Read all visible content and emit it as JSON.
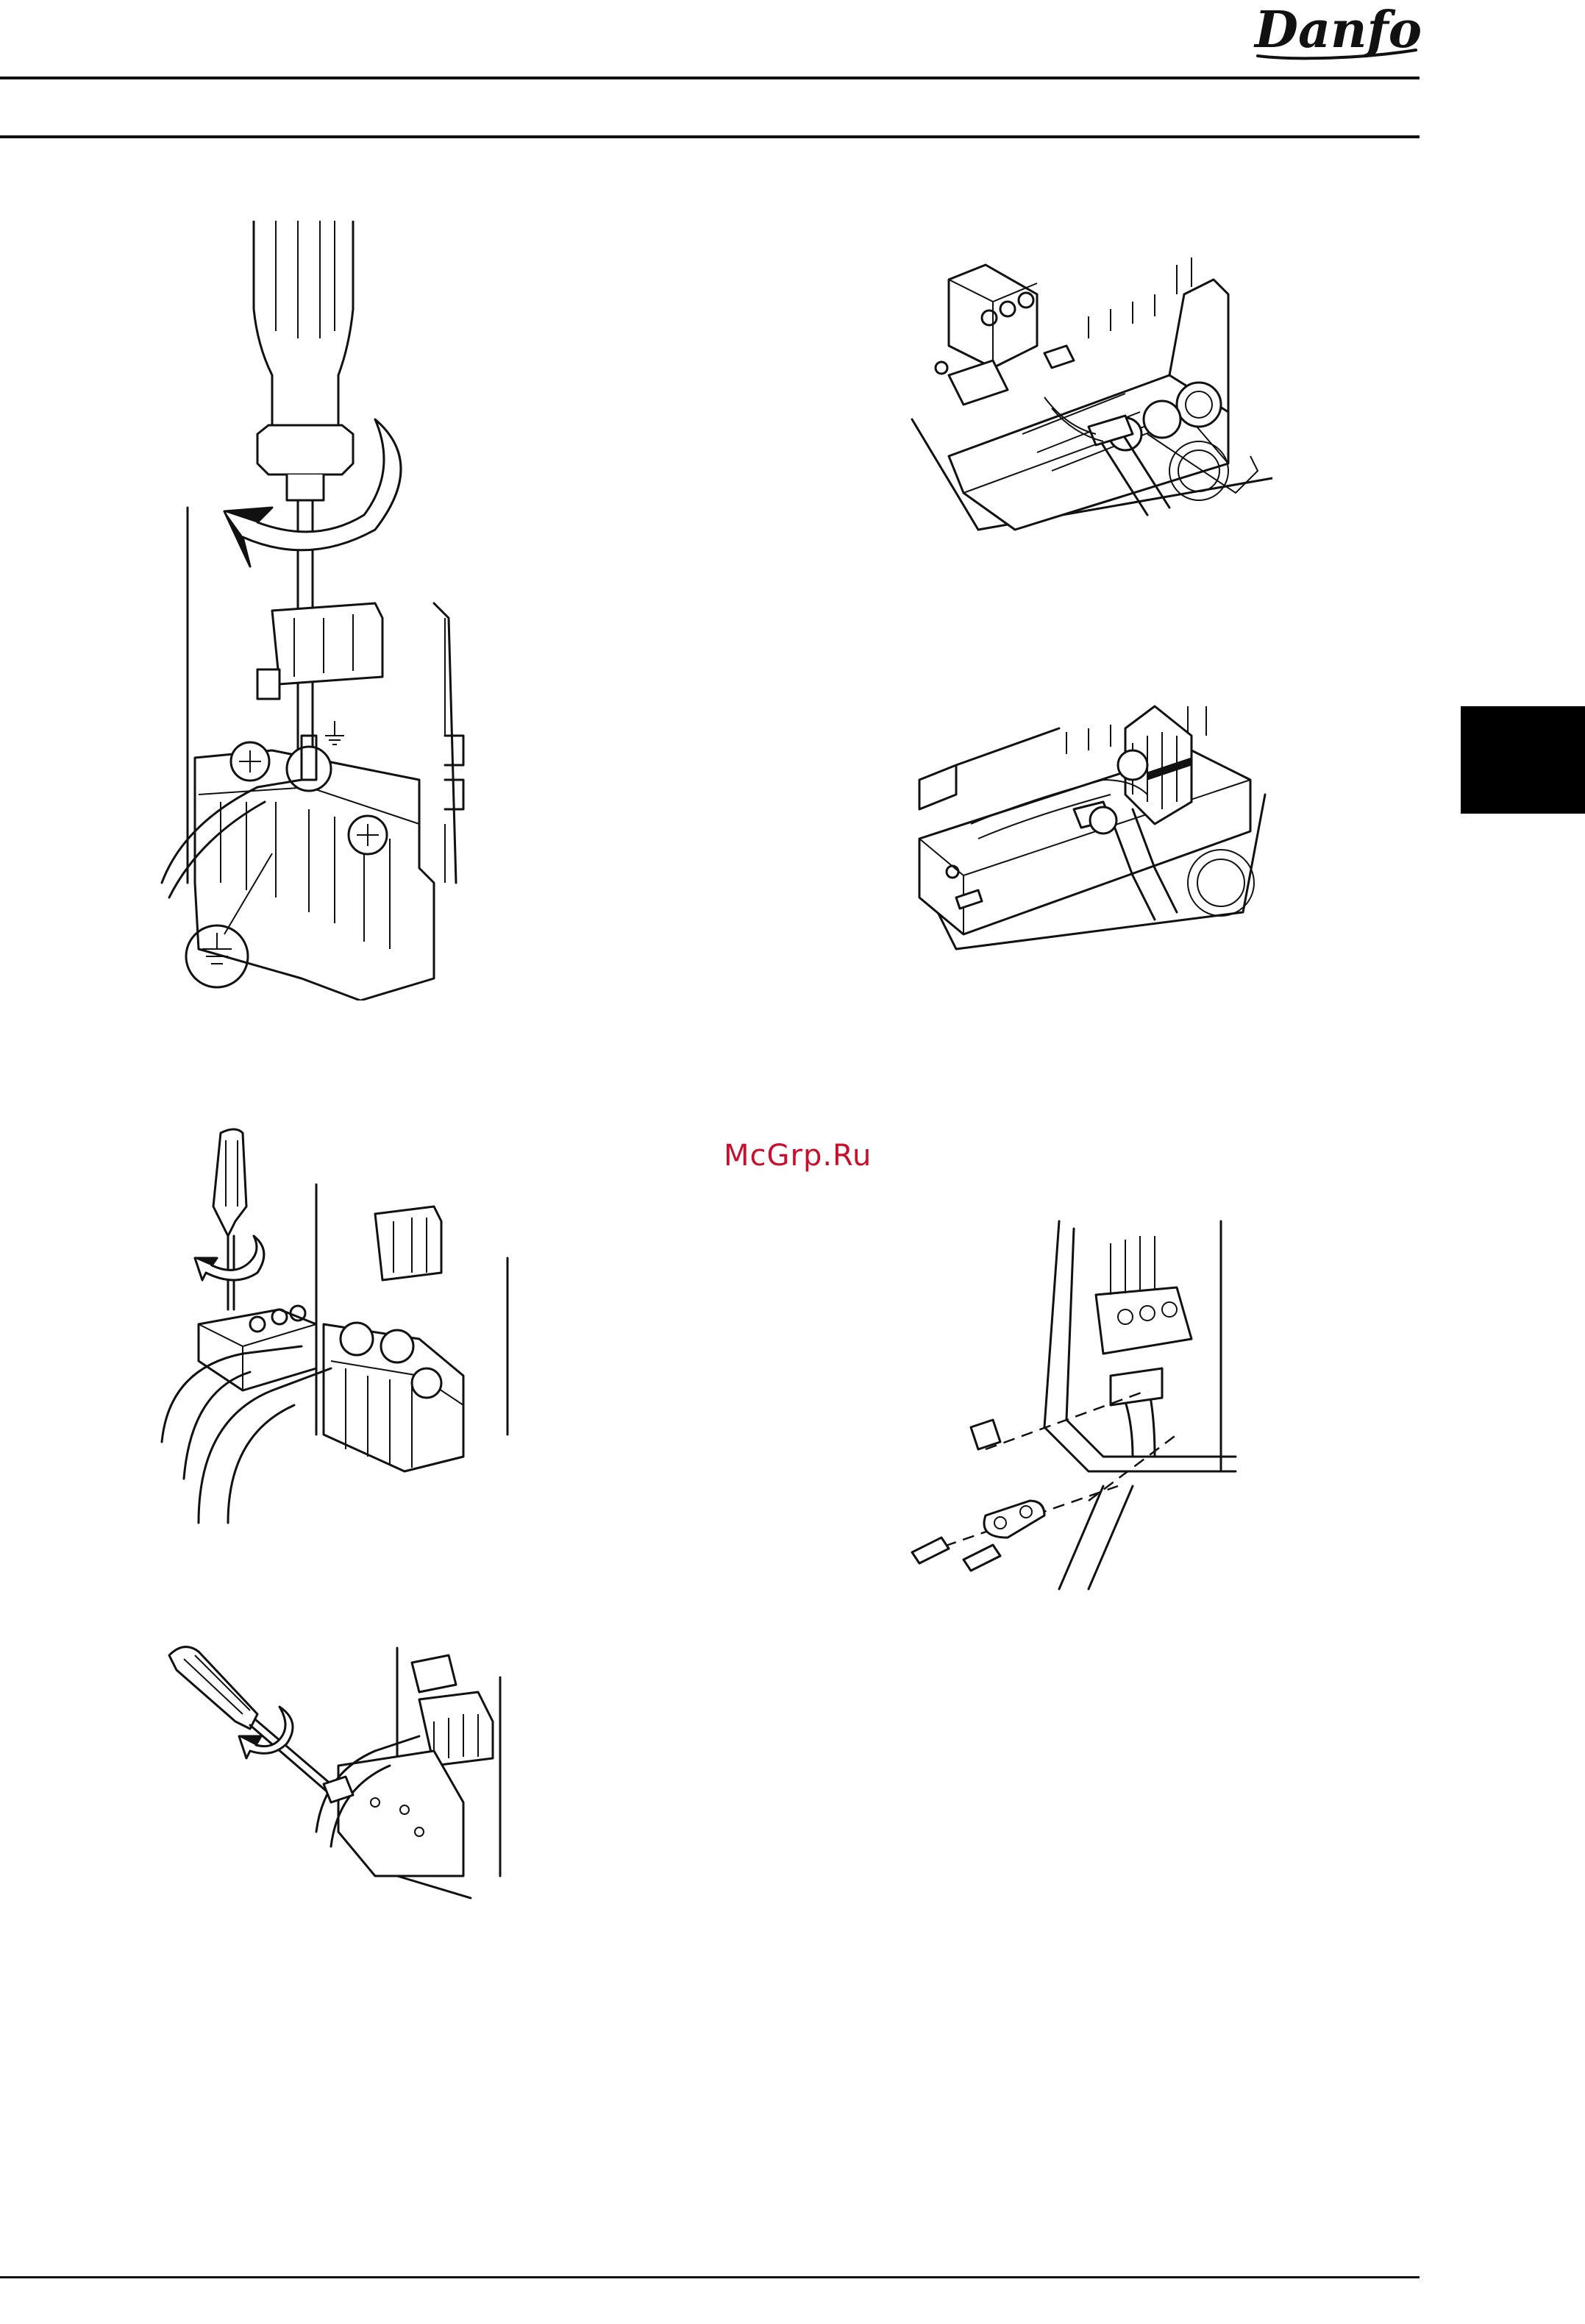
{
  "header": {
    "brand": "Danfoss"
  },
  "watermark": "McGrp.Ru",
  "figures": [
    {
      "name": "fig-earth-screw-large",
      "icon": "screwdriver-earth-terminal-icon"
    },
    {
      "name": "fig-terminal-block-top",
      "icon": "terminal-block-iso-icon"
    },
    {
      "name": "fig-terminal-block-mid",
      "icon": "terminal-block-iso-icon"
    },
    {
      "name": "fig-plug-screw",
      "icon": "screwdriver-plug-icon"
    },
    {
      "name": "fig-cable-clamp",
      "icon": "cable-clamp-exploded-icon"
    },
    {
      "name": "fig-clamp-screw",
      "icon": "screwdriver-clamp-icon"
    }
  ],
  "colors": {
    "watermark": "#c8102e",
    "ink": "#111111",
    "tab": "#000000"
  }
}
